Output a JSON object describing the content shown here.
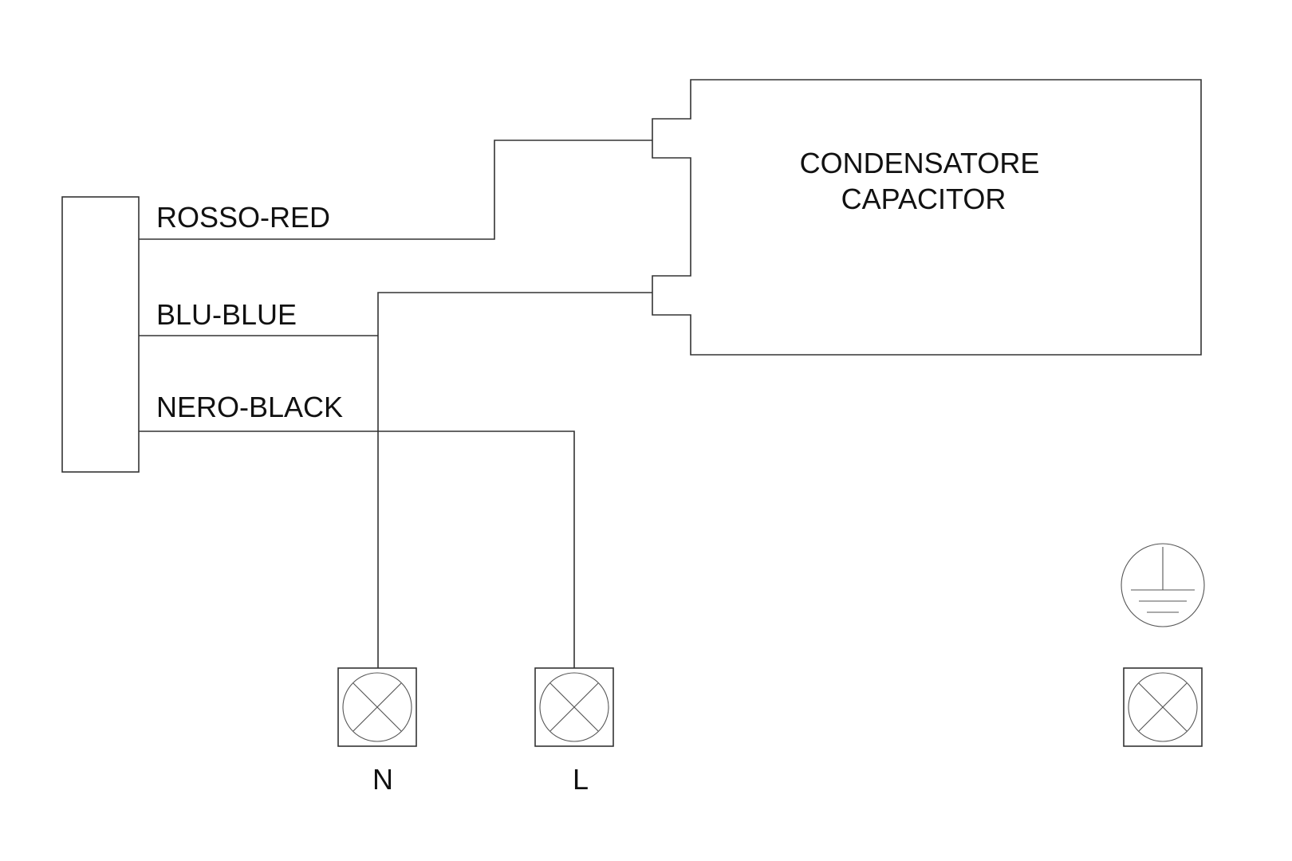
{
  "wires": {
    "red_label": "ROSSO-RED",
    "blue_label": "BLU-BLUE",
    "black_label": "NERO-BLACK"
  },
  "capacitor": {
    "line1": "CONDENSATORE",
    "line2": "CAPACITOR"
  },
  "terminals": {
    "neutral": "N",
    "live": "L"
  },
  "icons": {
    "terminal": "terminal-x-icon",
    "ground": "earth-ground-icon"
  }
}
